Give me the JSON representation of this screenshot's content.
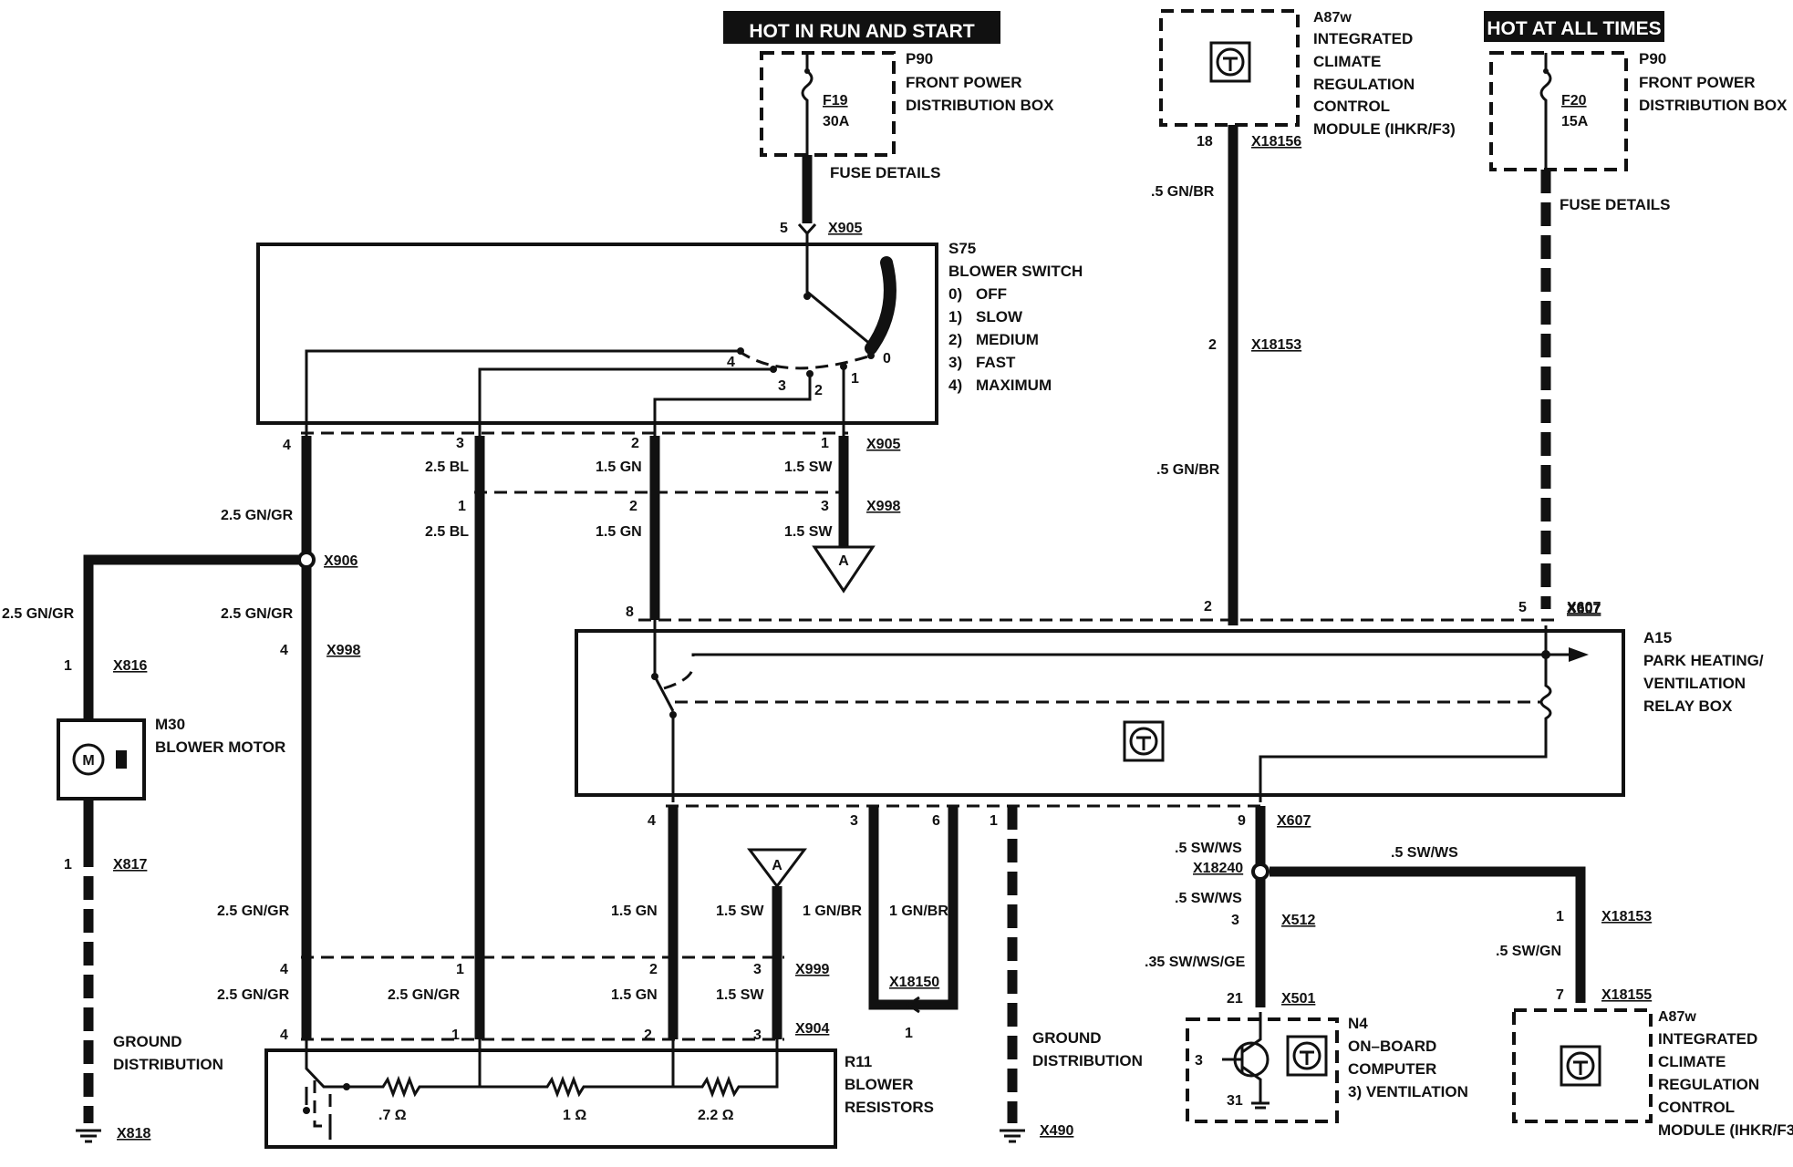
{
  "headers": {
    "run_start": "HOT IN RUN AND START",
    "all_times": "HOT AT ALL TIMES"
  },
  "p90_left": {
    "code": "P90",
    "line1": "FRONT POWER",
    "line2": "DISTRIBUTION BOX",
    "fuse": "F19",
    "amps": "30A",
    "fuse_details": "FUSE DETAILS"
  },
  "p90_right": {
    "code": "P90",
    "line1": "FRONT POWER",
    "line2": "DISTRIBUTION BOX",
    "fuse": "F20",
    "amps": "15A",
    "fuse_details": "FUSE DETAILS"
  },
  "a87w_top": {
    "code": "A87w",
    "l1": "INTEGRATED",
    "l2": "CLIMATE",
    "l3": "REGULATION",
    "l4": "CONTROL",
    "l5": "MODULE (IHKR/F3)"
  },
  "a87w_bottom": {
    "code": "A87w",
    "l1": "INTEGRATED",
    "l2": "CLIMATE",
    "l3": "REGULATION",
    "l4": "CONTROL",
    "l5": "MODULE (IHKR/F3)"
  },
  "s75": {
    "code": "S75",
    "title": "BLOWER SWITCH",
    "p0": "0)",
    "o0": "OFF",
    "p1": "1)",
    "o1": "SLOW",
    "p2": "2)",
    "o2": "MEDIUM",
    "p3": "3)",
    "o3": "FAST",
    "p4": "4)",
    "o4": "MAXIMUM"
  },
  "a15": {
    "code": "A15",
    "l1": "PARK HEATING/",
    "l2": "VENTILATION",
    "l3": "RELAY BOX"
  },
  "m30": {
    "code": "M30",
    "title": "BLOWER MOTOR",
    "m": "M"
  },
  "r11": {
    "code": "R11",
    "l1": "BLOWER",
    "l2": "RESISTORS",
    "r1": ".7 Ω",
    "r2": "1 Ω",
    "r3": "2.2 Ω"
  },
  "n4": {
    "code": "N4",
    "l1": "ON–BOARD",
    "l2": "COMPUTER",
    "l3": "3)   VENTILATION",
    "pin3": "3",
    "pin31": "31"
  },
  "grounds": {
    "g1": "GROUND",
    "g1b": "DISTRIBUTION",
    "x818": "X818",
    "g2": "GROUND",
    "g2b": "DISTRIBUTION",
    "x490": "X490"
  },
  "connectors": {
    "x905a": "X905",
    "x905b": "X905",
    "x998a": "X998",
    "x998b": "X998",
    "x906": "X906",
    "x816": "X816",
    "x817": "X817",
    "x999": "X999",
    "x904": "X904",
    "x18150": "X18150",
    "x607a": "X607",
    "x607b": "X607",
    "x18240": "X18240",
    "x512": "X512",
    "x501": "X501",
    "x18153a": "X18153",
    "x18153b": "X18153",
    "x18155": "X18155",
    "x18156": "X18156"
  },
  "wires": {
    "gngr1": "2.5 GN/GR",
    "gngr2": "2.5 GN/GR",
    "gngr3": "2.5 GN/GR",
    "gngr4": "2.5 GN/GR",
    "gngr5": "2.5 GN/GR",
    "gngr6": "2.5 GN/GR",
    "bl1": "2.5 BL",
    "bl2": "2.5 BL",
    "gn1": "1.5 GN",
    "gn2": "1.5 GN",
    "gn3": "1.5 GN",
    "gn4": "1.5 GN",
    "sw1": "1.5 SW",
    "sw2": "1.5 SW",
    "sw3": "1.5 SW",
    "sw4": "1.5 SW",
    "gnbr1": "1 GN/BR",
    "gnbr2": "1 GN/BR",
    "gnbr5a": ".5 GN/BR",
    "gnbr5b": ".5 GN/BR",
    "swws1": ".5 SW/WS",
    "swws2": ".5 SW/WS",
    "swws3": ".5 SW/WS",
    "swwsge": ".35 SW/WS/GE",
    "swgn": ".5 SW/GN"
  },
  "pins": {
    "p5a": "5",
    "p4a": "4",
    "p3a": "3",
    "p2a": "2",
    "p1a": "1",
    "sw4": "4",
    "sw3": "3",
    "sw2": "2",
    "sw1": "1",
    "sw0": "0",
    "p1b": "1",
    "p2b": "2",
    "p3b": "3",
    "p4c": "4",
    "p1c": "1",
    "p8": "8",
    "p4d": "4",
    "p3d": "3",
    "p6d": "6",
    "p1d": "1",
    "p9d": "9",
    "p4e": "4",
    "p1e": "1",
    "p2e": "2",
    "p3e": "3",
    "p4f": "4",
    "p1f": "1",
    "p2f": "2",
    "p3f": "3",
    "p1g": "1",
    "p1h": "1",
    "p18": "18",
    "p2i": "2",
    "p2j": "2",
    "p5j": "5",
    "p3k": "3",
    "p21": "21",
    "p1l": "1",
    "p7": "7"
  },
  "markers": {
    "a1": "A",
    "a2": "A"
  }
}
